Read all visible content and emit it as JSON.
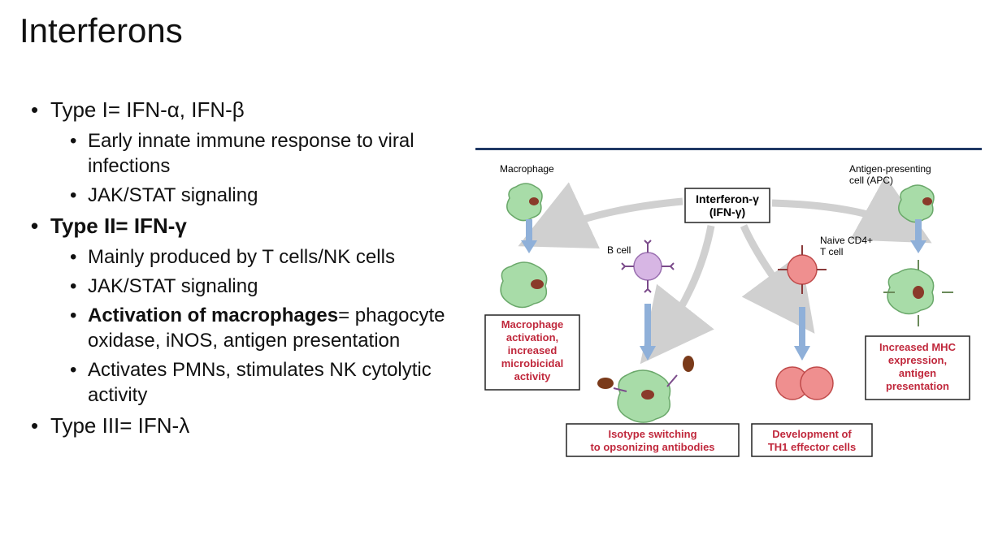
{
  "slide": {
    "title": "Interferons",
    "type1": {
      "label": "Type I= IFN-α, IFN-β",
      "items": [
        "Early innate immune response to viral infections",
        "JAK/STAT signaling"
      ]
    },
    "type2": {
      "label": "Type II= IFN-γ",
      "items": [
        "Mainly produced by T cells/NK cells",
        "JAK/STAT signaling"
      ],
      "activation_bold": "Activation of macrophages",
      "activation_rest": "= phagocyte oxidase, iNOS, antigen presentation",
      "pmn": "Activates PMNs, stimulates NK cytolytic activity"
    },
    "type3": {
      "label": "Type III= IFN-λ"
    }
  },
  "figure": {
    "center_label_1": "Interferon-γ",
    "center_label_2": "(IFN-γ)",
    "macrophage": "Macrophage",
    "apc_1": "Antigen-presenting",
    "apc_2": "cell (APC)",
    "bcell": "B cell",
    "tcell_1": "Naive CD4+",
    "tcell_2": "T cell",
    "box_macrophage": [
      "Macrophage",
      "activation,",
      "increased",
      "microbicidal",
      "activity"
    ],
    "box_isotype": [
      "Isotype switching",
      "to opsonizing antibodies"
    ],
    "box_th1": [
      "Development of",
      "TH1 effector cells"
    ],
    "box_mhc": [
      "Increased MHC",
      "expression,",
      "antigen",
      "presentation"
    ],
    "colors": {
      "rule": "#1f3864",
      "box_text": "#c0283c",
      "arrow_blue": "#8fb0d9",
      "arrow_gray": "#d0d0d0",
      "cell_green": "#a8dca8",
      "cell_purple": "#d7b6e4",
      "cell_red": "#ef8f8f"
    }
  }
}
